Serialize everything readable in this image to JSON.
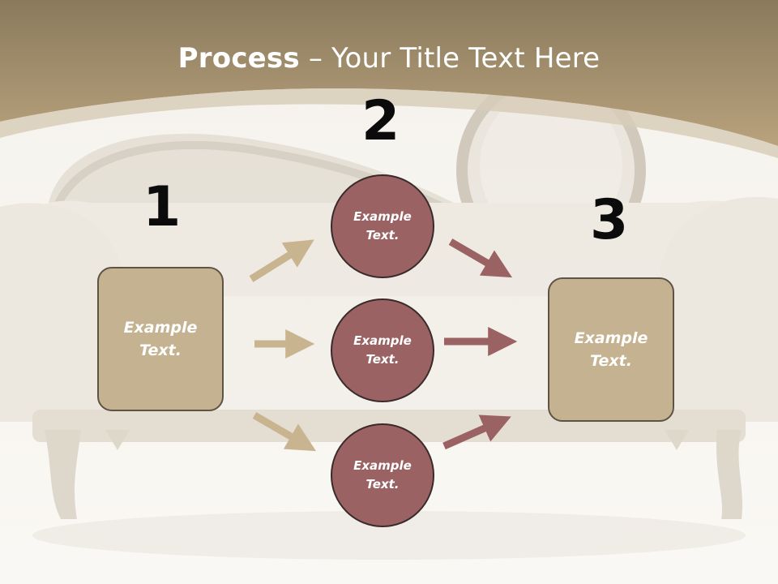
{
  "slide": {
    "title_bold": "Process",
    "title_separator": " – ",
    "title_rest": "Your Title Text Here"
  },
  "steps": [
    {
      "number": "1",
      "text": "Example Text."
    },
    {
      "number": "2",
      "items": [
        "Example Text.",
        "Example Text.",
        "Example Text."
      ]
    },
    {
      "number": "3",
      "text": "Example Text."
    }
  ],
  "colors": {
    "banner": "#a99574",
    "box_fill": "#c5b291",
    "circle_fill": "#9b6264",
    "arrow_tan": "#c9b490",
    "arrow_rose": "#9b6264"
  }
}
